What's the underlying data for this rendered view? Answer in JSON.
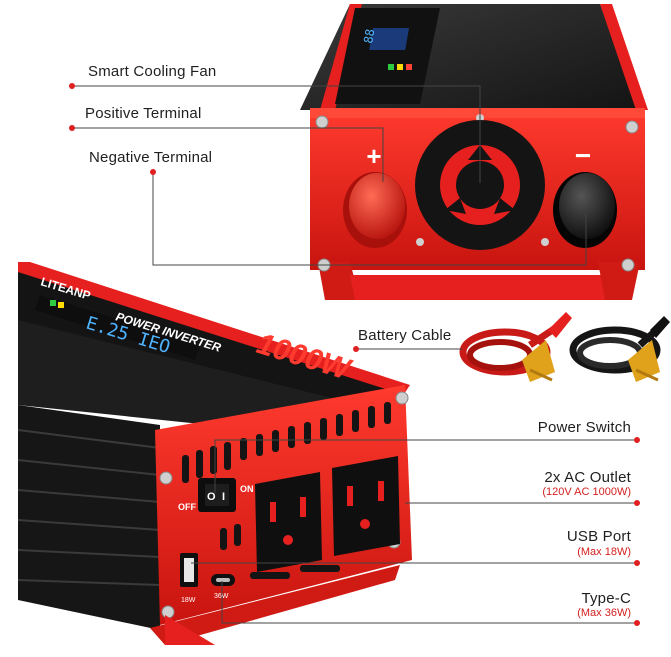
{
  "callouts": {
    "fan": "Smart Cooling Fan",
    "positive": "Positive Terminal",
    "negative": "Negative Terminal",
    "battery_cable": "Battery Cable",
    "power_switch": "Power Switch",
    "ac_outlet": "2x AC Outlet",
    "ac_outlet_spec": "(120V AC 1000W)",
    "usb": "USB Port",
    "usb_spec": "(Max 18W)",
    "typec": "Type-C",
    "typec_spec": "(Max 36W)"
  },
  "product": {
    "brand": "LITEANP",
    "category": "POWER INVERTER",
    "wattage": "1000W",
    "plus_symbol": "+",
    "minus_symbol": "−",
    "switch_off": "OFF",
    "switch_on": "ON",
    "switch_o": "O",
    "switch_i": "I",
    "usb_tag": "18W",
    "typec_tag": "36W"
  },
  "colors": {
    "housing_red": "#e5201e",
    "housing_dark": "#1b1b1b",
    "callout_line": "#444444",
    "callout_dot": "#e02020",
    "spec_red": "#d42020"
  }
}
